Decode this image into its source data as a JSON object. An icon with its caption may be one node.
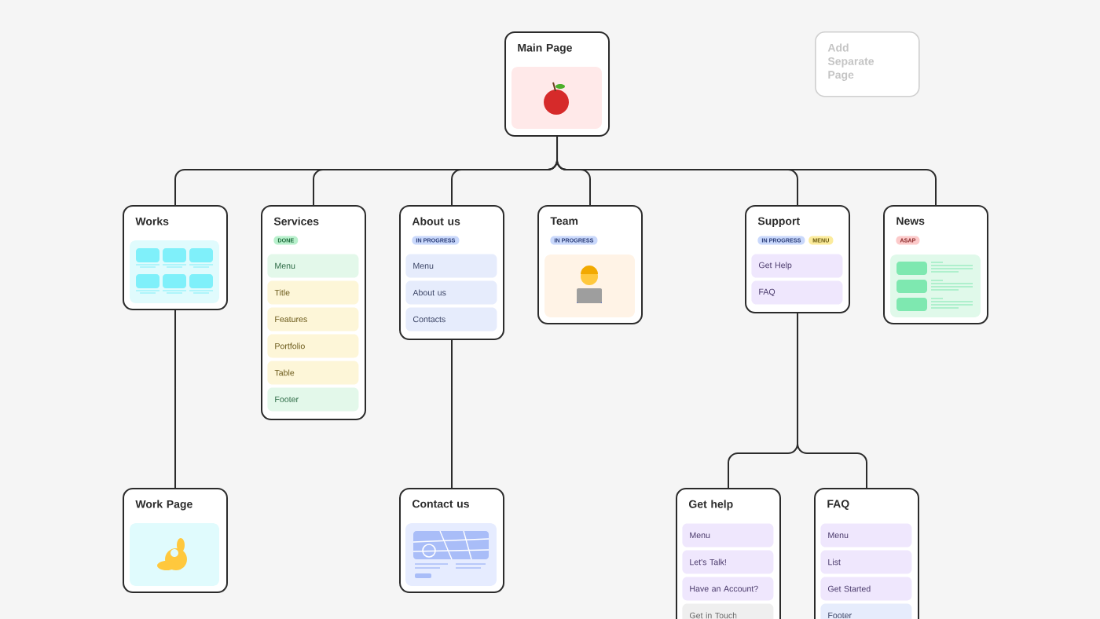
{
  "diagram": {
    "nodes": [
      {
        "text": [
          "Main Page"
        ]
      },
      {
        "text": [
          "Add Separate Page"
        ]
      },
      {
        "text": [
          "Works"
        ]
      },
      {
        "text": [
          "Services"
        ]
      },
      {
        "text": [
          "DONE"
        ],
        "in": 3
      },
      {
        "text": [
          "Menu"
        ],
        "in": 3
      },
      {
        "text": [
          "Title"
        ],
        "in": 3
      },
      {
        "text": [
          "Features"
        ],
        "in": 3
      },
      {
        "text": [
          "Portfolio"
        ],
        "in": 3
      },
      {
        "text": [
          "Table"
        ],
        "in": 3
      },
      {
        "text": [
          "Footer"
        ],
        "in": 3
      },
      {
        "text": [
          "About us"
        ]
      },
      {
        "text": [
          "IN PROGRESS"
        ],
        "in": 11
      },
      {
        "text": [
          "Menu"
        ],
        "in": 11
      },
      {
        "text": [
          "About us"
        ],
        "in": 11
      },
      {
        "text": [
          "Contacts"
        ],
        "in": 11
      },
      {
        "text": [
          "Team"
        ]
      },
      {
        "text": [
          "IN PROGRESS"
        ],
        "in": 16
      },
      {
        "text": [
          "Support"
        ]
      },
      {
        "text": [
          "IN PROGRESS"
        ],
        "in": 18
      },
      {
        "text": [
          "MENU"
        ],
        "in": 18
      },
      {
        "text": [
          "Get Help"
        ],
        "in": 18
      },
      {
        "text": [
          "FAQ"
        ],
        "in": 18
      },
      {
        "text": [
          "News"
        ]
      },
      {
        "text": [
          "ASAP"
        ],
        "in": 23
      },
      {
        "text": [
          "Work Page"
        ]
      },
      {
        "text": [
          "Contact us"
        ]
      },
      {
        "text": [
          "Get help"
        ]
      },
      {
        "text": [
          "Menu"
        ],
        "in": 27
      },
      {
        "text": [
          "Let's Talk!"
        ],
        "in": 27
      },
      {
        "text": [
          "Have an Account?"
        ],
        "in": 27
      },
      {
        "text": [
          "Get in Touch"
        ],
        "in": 27
      },
      {
        "text": [
          "FAQ"
        ]
      },
      {
        "text": [
          "Menu"
        ],
        "in": 32
      },
      {
        "text": [
          "List"
        ],
        "in": 32
      },
      {
        "text": [
          "Get Started"
        ],
        "in": 32
      },
      {
        "text": [
          "Footer"
        ],
        "in": 32
      }
    ],
    "edges": [
      {
        "from": 0,
        "to": 2,
        "arrow": "none"
      },
      {
        "from": 0,
        "to": 3,
        "arrow": "none"
      },
      {
        "from": 0,
        "to": 11,
        "arrow": "none"
      },
      {
        "from": 0,
        "to": 16,
        "arrow": "none"
      },
      {
        "from": 0,
        "to": 18,
        "arrow": "none"
      },
      {
        "from": 0,
        "to": 23,
        "arrow": "none"
      },
      {
        "from": 2,
        "to": 25,
        "arrow": "none"
      },
      {
        "from": 11,
        "to": 26,
        "arrow": "none"
      },
      {
        "from": 18,
        "to": 27,
        "arrow": "none"
      },
      {
        "from": 18,
        "to": 32,
        "arrow": "none"
      }
    ]
  }
}
